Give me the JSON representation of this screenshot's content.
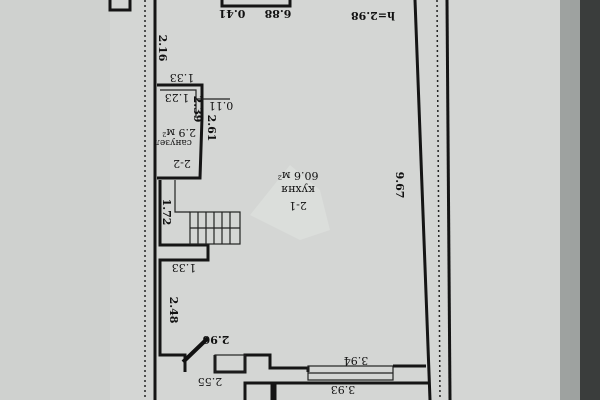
{
  "plan": {
    "dimensions": {
      "d_0_41": "0.41",
      "d_6_88": "6.88",
      "height": "h=2.98",
      "d_2_16": "2.16",
      "d_1_33_top": "1.33",
      "d_1_23": "1.23",
      "d_2_39": "2.39",
      "d_0_11": "0.11",
      "d_2_61": "2.61",
      "d_9_67": "9.67",
      "d_1_72": "1.72",
      "d_1_33_bottom": "1.33",
      "d_2_48": "2.48",
      "d_2_96": "2.96",
      "d_3_94": "3.94",
      "d_2_55": "2.55",
      "d_3_93": "3.93"
    },
    "rooms": [
      {
        "number": "2-1",
        "name": "кухня",
        "area": "60.6 м²"
      },
      {
        "number": "2-2",
        "name": "санузел",
        "area": "2.9 м²"
      }
    ]
  }
}
